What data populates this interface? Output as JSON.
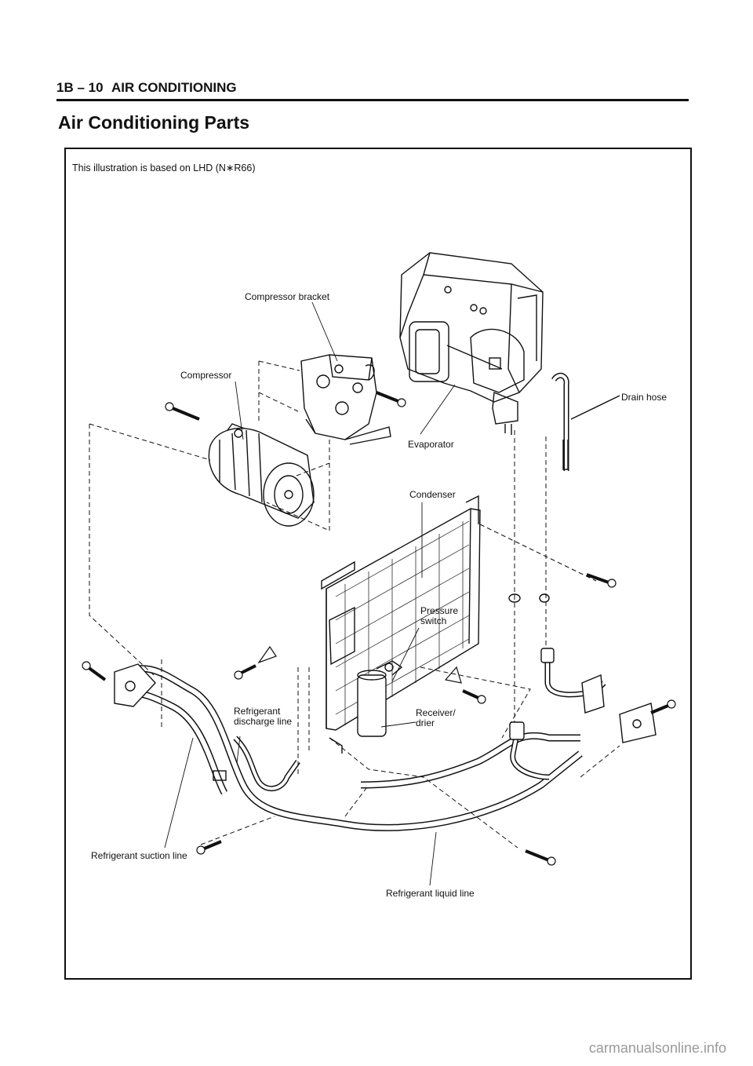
{
  "header": {
    "page_code": "1B – 10",
    "section_title": "AIR CONDITIONING"
  },
  "page_title": "Air Conditioning Parts",
  "note": "This illustration is based on LHD (N∗R66)",
  "labels": {
    "compressor_bracket": "Compressor bracket",
    "compressor": "Compressor",
    "evaporator": "Evaporator",
    "drain_hose": "Drain hose",
    "condenser": "Condenser",
    "pressure_switch": "Pressure\nswitch",
    "refrigerant_discharge_line": "Refrigerant\ndischarge line",
    "receiver_drier": "Receiver/\ndrier",
    "refrigerant_suction_line": "Refrigerant suction line",
    "refrigerant_liquid_line": "Refrigerant liquid line"
  },
  "footer": "carmanualsonline.info"
}
